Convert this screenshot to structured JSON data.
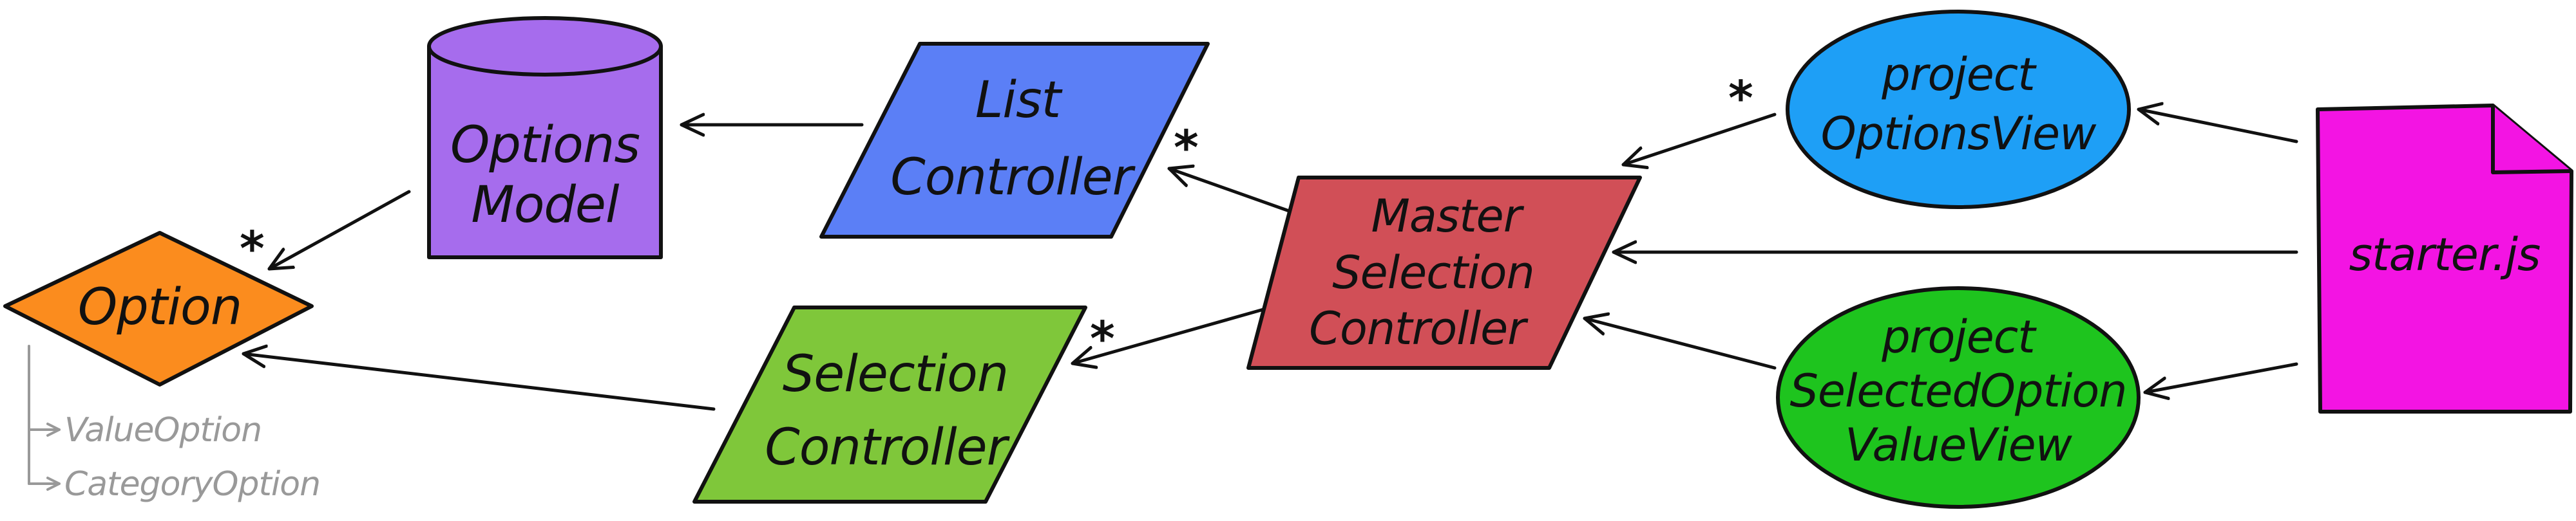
{
  "nodes": {
    "options_model": {
      "label_line1": "Options",
      "label_line2": "Model",
      "color": "#a66ced",
      "shape": "cylinder"
    },
    "list_controller": {
      "label_line1": "List",
      "label_line2": "Controller",
      "color": "#5b7ff6",
      "shape": "parallelogram"
    },
    "option": {
      "label": "Option",
      "color": "#fb8c1e",
      "shape": "diamond"
    },
    "selection_controller": {
      "label_line1": "Selection",
      "label_line2": "Controller",
      "color": "#7fc73a",
      "shape": "parallelogram"
    },
    "master_selection_controller": {
      "label_line1": "Master",
      "label_line2": "Selection",
      "label_line3": "Controller",
      "color": "#d14f57",
      "shape": "parallelogram"
    },
    "project_options_view": {
      "label_line1": "project",
      "label_line2": "OptionsView",
      "color": "#1e9ff6",
      "shape": "ellipse"
    },
    "project_selected_option_value_view": {
      "label_line1": "project",
      "label_line2": "SelectedOption",
      "label_line3": "ValueView",
      "color": "#1ec41e",
      "shape": "ellipse"
    },
    "starter_js": {
      "label": "starter.js",
      "color": "#f314e3",
      "shape": "document"
    }
  },
  "multiplicities": {
    "option_in_model": "*",
    "list_controller_from_master": "*",
    "selection_controller_from_master": "*",
    "master_from_options_view": "*"
  },
  "subclasses": {
    "items": [
      "ValueOption",
      "CategoryOption"
    ],
    "color": "#999999"
  }
}
